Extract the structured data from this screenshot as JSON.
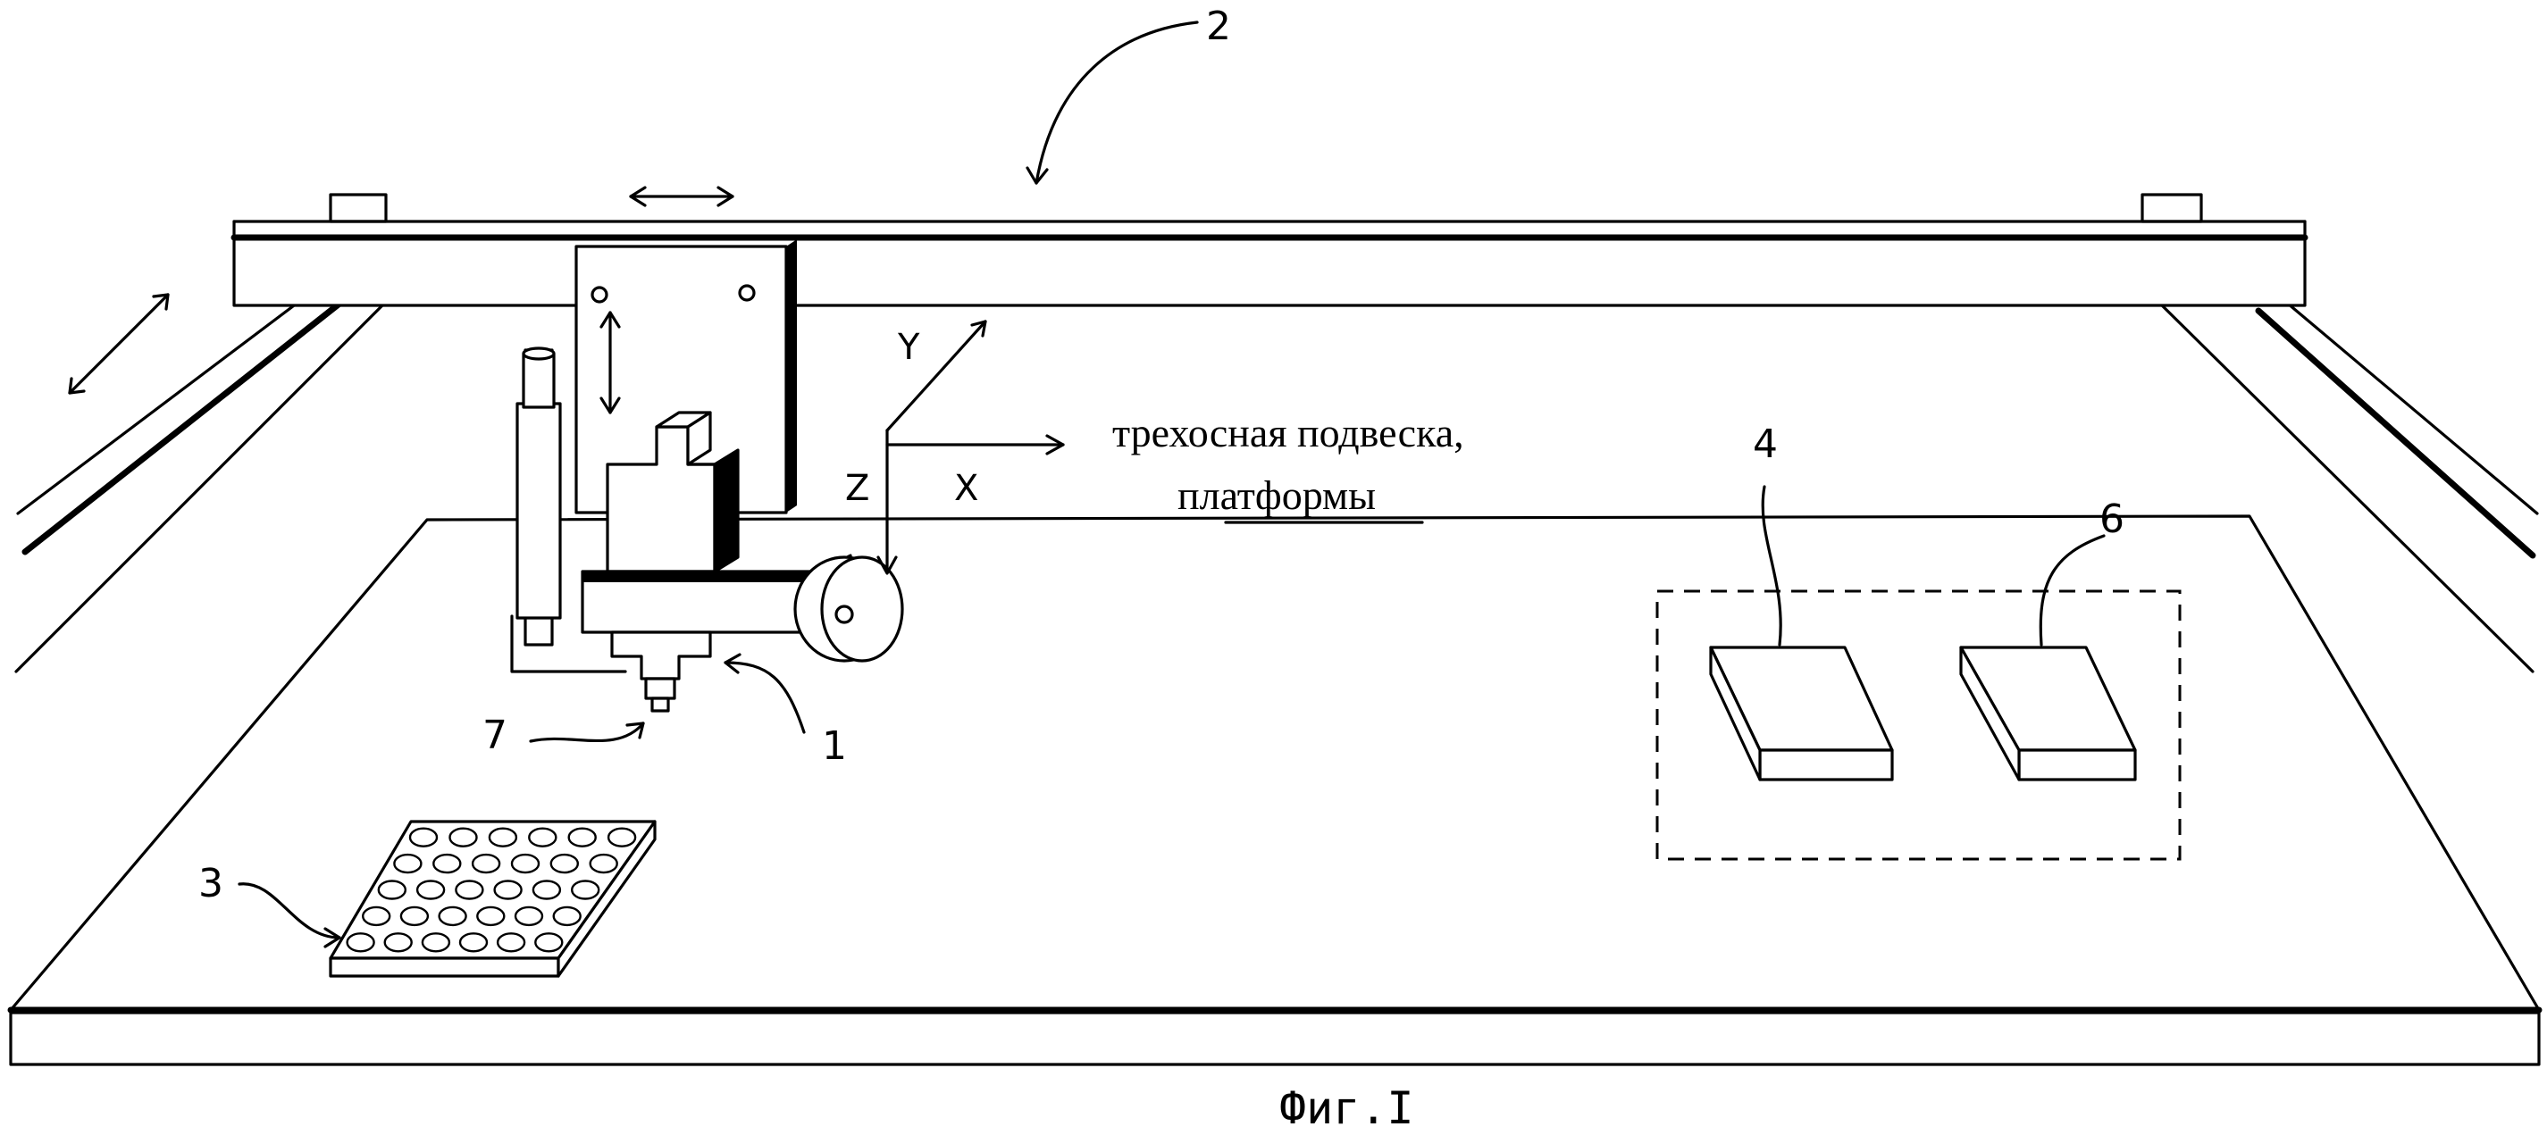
{
  "labels": {
    "gantry": "2",
    "head": "1",
    "nozzle": "7",
    "plate": "3",
    "pad_left": "4",
    "pad_right": "6"
  },
  "axes": {
    "y": "Y",
    "z": "Z",
    "x": "X"
  },
  "annotation": {
    "line1": "трехосная подвеска,",
    "line2": "платформы"
  },
  "caption": "Фиг.I"
}
